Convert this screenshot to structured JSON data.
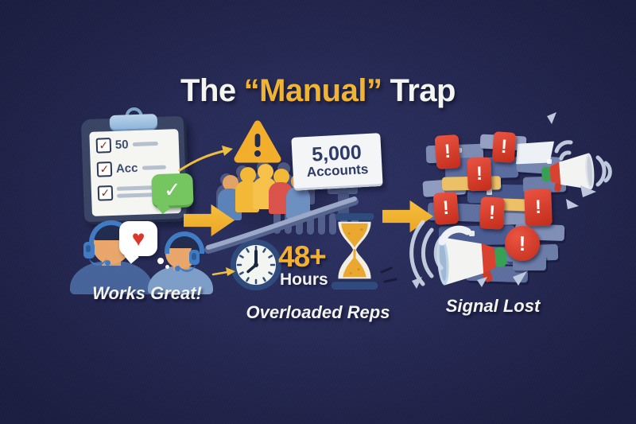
{
  "title": {
    "prefix": "The",
    "highlight": "“Manual”",
    "suffix": "Trap"
  },
  "glyphs": {
    "exclamation": "!",
    "check": "✓",
    "heart": "♥"
  },
  "stage_left": {
    "caption": "Works Great!",
    "clipboard_row1": "50",
    "clipboard_row2": "Acc"
  },
  "stage_middle": {
    "caption": "Overloaded Reps",
    "sign_line1": "5,000",
    "sign_line2": "Accounts",
    "hours_value": "48+",
    "hours_unit": "Hours"
  },
  "stage_right": {
    "caption": "Signal Lost"
  },
  "colors": {
    "background": "#1f2147",
    "accent_yellow": "#f2b031",
    "alert_red": "#d83a2a",
    "success_green": "#74c55f",
    "caption_white": "#f2f3ee",
    "sign_text_navy": "#2d3a66"
  }
}
